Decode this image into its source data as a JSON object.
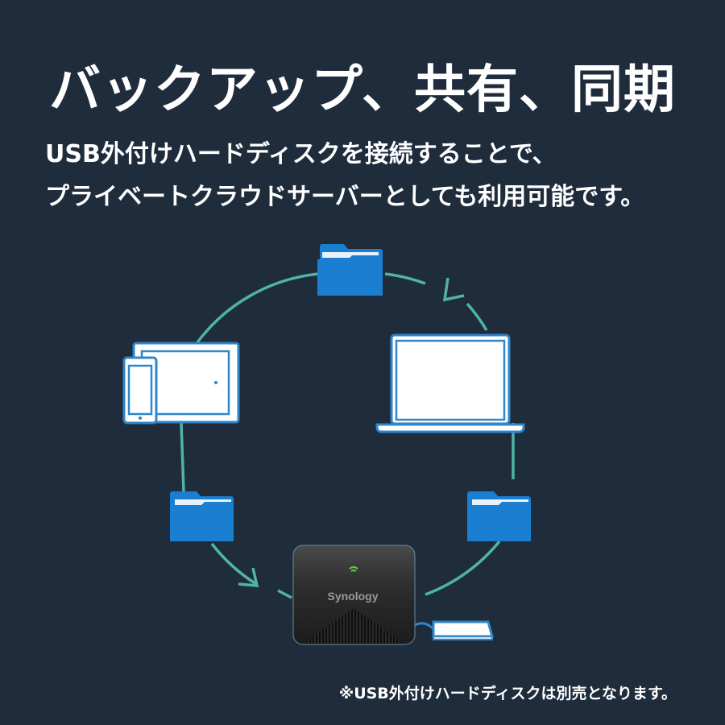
{
  "title": "バックアップ、共有、同期",
  "subtitle": {
    "line1": "USB外付けハードディスクを接続することで、",
    "line2": "プライベートクラウドサーバーとしても利用可能です。"
  },
  "device": {
    "brand": "Synology"
  },
  "footnote": "※USB外付けハードディスクは別売となります。",
  "colors": {
    "background": "#1f2c3c",
    "ring": "#4fb3a6",
    "folder": "#1a7fd0",
    "device_outline": "#2f86c8"
  }
}
